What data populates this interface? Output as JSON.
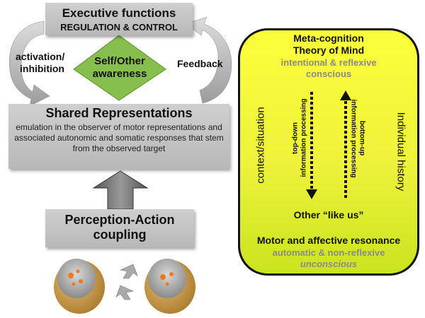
{
  "executive": {
    "title": "Executive functions",
    "subtitle": "REGULATION & CONTROL"
  },
  "labels": {
    "activation": "activation/",
    "inhibition": "inhibition",
    "feedback": "Feedback"
  },
  "diamond": {
    "line1": "Self/Other",
    "line2": "awareness"
  },
  "shared": {
    "title": "Shared Representations",
    "description": "emulation in the observer of motor representations and associated autonomic and somatic responses that stem from the observed target"
  },
  "perception": {
    "line1": "Perception-Action",
    "line2": "coupling"
  },
  "right_panel": {
    "top_title_1": "Meta-cognition",
    "top_title_2": "Theory of Mind",
    "top_grey_1": "intentional & reflexive",
    "top_grey_2": "conscious",
    "left_side": "context/situation",
    "right_side": "Individual history",
    "topdown_1": "top-down",
    "topdown_2": "information processing",
    "bottomup_1": "bottom-up",
    "bottomup_2": "information processing",
    "other": "Other “like us”",
    "bottom_title": "Motor and affective resonance",
    "bottom_grey_1": "automatic & non-reflexive",
    "bottom_grey_2": "unconscious"
  },
  "colors": {
    "yellow": "#f7fb3a",
    "green": "#7fb84a",
    "grey_box": "#c4c4c4",
    "brain_orange": "#f07a1a"
  }
}
